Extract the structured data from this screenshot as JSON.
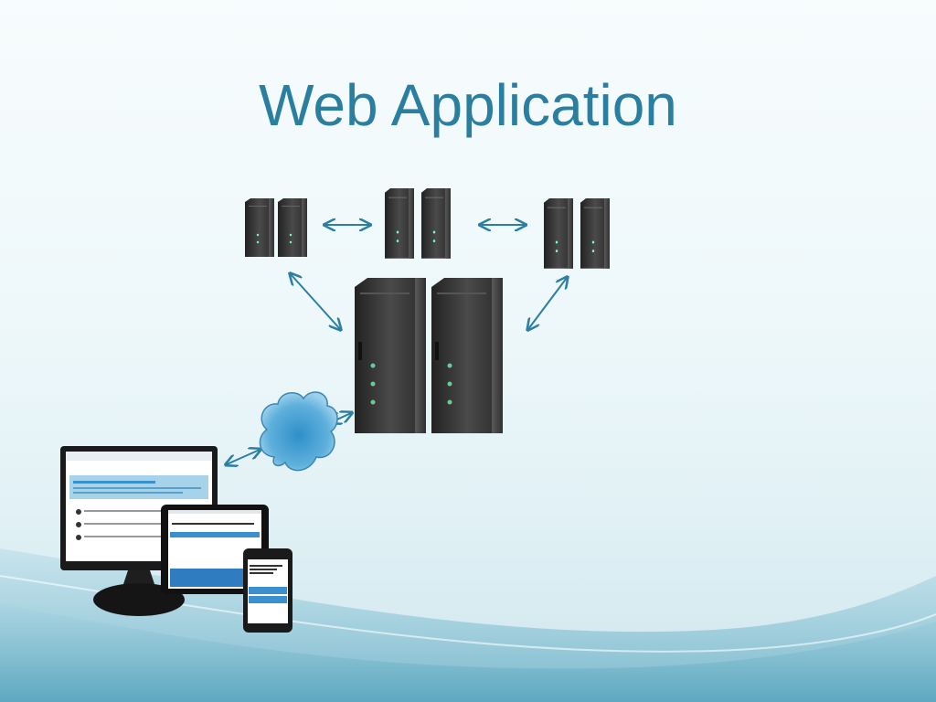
{
  "slide": {
    "title": "Web Application"
  },
  "diagram": {
    "nodes": [
      {
        "id": "server-pair-left",
        "kind": "server-icon"
      },
      {
        "id": "server-pair-middle",
        "kind": "server-icon"
      },
      {
        "id": "server-pair-right",
        "kind": "server-icon"
      },
      {
        "id": "server-pair-main",
        "kind": "server-icon"
      },
      {
        "id": "cloud",
        "kind": "cloud-icon"
      },
      {
        "id": "client-devices",
        "kind": "devices-icon"
      }
    ],
    "edges": [
      {
        "from": "server-pair-left",
        "to": "server-pair-middle",
        "style": "double-arrow"
      },
      {
        "from": "server-pair-middle",
        "to": "server-pair-right",
        "style": "double-arrow"
      },
      {
        "from": "server-pair-left",
        "to": "server-pair-main",
        "style": "double-arrow"
      },
      {
        "from": "server-pair-right",
        "to": "server-pair-main",
        "style": "double-arrow"
      },
      {
        "from": "cloud",
        "to": "server-pair-main",
        "style": "double-arrow"
      },
      {
        "from": "client-devices",
        "to": "cloud",
        "style": "double-arrow"
      }
    ]
  },
  "colors": {
    "title": "#2a7fa0",
    "arrow": "#2b7fa3",
    "cloud": "#4aa3d4",
    "server": "#3a3a3a",
    "screen_accent": "#3a8fcf"
  }
}
